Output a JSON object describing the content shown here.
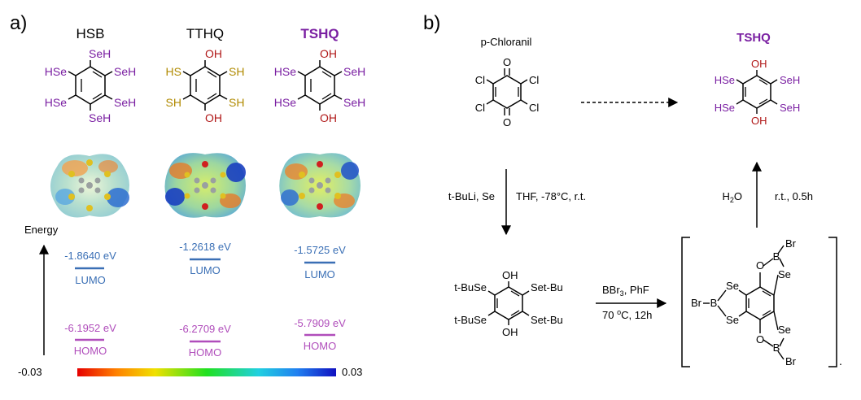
{
  "panel_a": {
    "label": "a)",
    "compounds": [
      {
        "name": "HSB",
        "substituents": [
          "SeH",
          "SeH",
          "SeH",
          "SeH",
          "HSe",
          "HSe"
        ],
        "lumo_value": "-1.8640 eV",
        "lumo_label": "LUMO",
        "homo_value": "-6.1952 eV",
        "homo_label": "HOMO"
      },
      {
        "name": "TTHQ",
        "substituents": [
          "OH",
          "SH",
          "SH",
          "OH",
          "SH",
          "HS"
        ],
        "lumo_value": "-1.2618 eV",
        "lumo_label": "LUMO",
        "homo_value": "-6.2709 eV",
        "homo_label": "HOMO"
      },
      {
        "name": "TSHQ",
        "substituents": [
          "OH",
          "SeH",
          "SeH",
          "OH",
          "HSe",
          "HSe"
        ],
        "lumo_value": "-1.5725 eV",
        "lumo_label": "LUMO",
        "homo_value": "-5.7909 eV",
        "homo_label": "HOMO"
      }
    ],
    "energy_axis_label": "Energy",
    "colorbar": {
      "min_label": "-0.03",
      "max_label": "0.03"
    }
  },
  "panel_b": {
    "label": "b)",
    "chloranil_name": "p-Chloranil",
    "chloranil_atoms": {
      "o": "O",
      "cl": "Cl"
    },
    "target_name": "TSHQ",
    "target_substituents": {
      "oh": "OH",
      "seh": "SeH",
      "hse": "HSe"
    },
    "step1_reagents": "t-BuLi, Se",
    "step1_conditions": "THF, -78°C, r.t.",
    "intermediate_substituents": {
      "oh": "OH",
      "set_bu": "Set-Bu",
      "t_buse": "t-BuSe"
    },
    "step2_reagents_main": "BBr",
    "step2_reagents_sub": "3",
    "step2_reagents_rest": ", PhF",
    "step2_conditions_num": "70 ",
    "step2_conditions_sup": "o",
    "step2_conditions_rest": "C, 12h",
    "complex_atoms": {
      "br": "Br",
      "b": "B",
      "se": "Se",
      "o": "O",
      "bracket_dot": "."
    },
    "step3_reagent_main": "H",
    "step3_reagent_sub": "2",
    "step3_reagent_rest": "O",
    "step3_conditions": "r.t., 0.5h"
  },
  "colors": {
    "se": "#7a1fa2",
    "s": "#b08a00",
    "o_red": "#b01717",
    "lumo": "#3a6fb5",
    "homo": "#b04dbb",
    "target": "#7a1fa2"
  }
}
